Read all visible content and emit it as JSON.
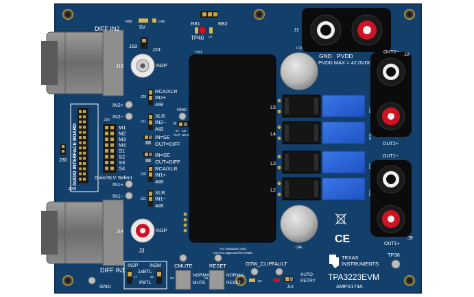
{
  "board": {
    "title": "TPA3223EVM",
    "part_number": "AMPS174A",
    "brand_line1": "TEXAS",
    "brand_line2": "INSTRUMENTS",
    "eval_note_1": "For evaluation only;",
    "eval_note_2": "not FCC approved for resale.",
    "pvdd_max": "PVDD MAX = 42.0VDC",
    "ce_mark": "CE"
  },
  "power": {
    "connector": "J1",
    "gnd_label": "GND",
    "pvdd_label": "PVDD",
    "v5_label": "5V",
    "r58": "R58",
    "c45": "C45"
  },
  "outputs": {
    "j2": "J2",
    "j9": "J9",
    "out2_minus": "OUT2−",
    "out2_plus": "OUT2+",
    "out1_minus": "OUT1−",
    "out1_plus": "OUT1+"
  },
  "inputs": {
    "diff_in2": "DIFF IN2",
    "diff_in1": "DIFF IN1",
    "in2p": "IN2P",
    "in1p": "IN1P",
    "j15": "J15",
    "j3": "J3",
    "j14": "J14",
    "in2_plus": "IN2+",
    "in2_minus": "IN2−",
    "in1_plus": "IN1+",
    "in1_minus": "IN1−",
    "gnd": "GND"
  },
  "jumpers": {
    "j18": "J18",
    "j24": "J24",
    "j20": "J20",
    "j21": "J21",
    "j8": "J8",
    "j23": "J23",
    "j10": "J10",
    "j11": "J11",
    "j30": "J30",
    "j28": "J28",
    "j13": "J13",
    "j7": "J7",
    "j6": "J6",
    "rca_xlr": "RCA/XLR",
    "in2p_line": "IN2+",
    "aib": "AIB",
    "xlr": "XLR",
    "in2m_line": "IN2−",
    "in_se": "IN=SE",
    "out_diff": "OUT=DIFF",
    "in1p_line": "IN1+",
    "in1m_line": "IN1−",
    "head": "HEAD",
    "in_label": "IN",
    "out_label": "OUT",
    "ad_label": "AD",
    "head2": "HEAD",
    "gain_slv_select": "Gain/SLV Select",
    "gain_pins": [
      "M1",
      "M2",
      "M3",
      "M4",
      "S1",
      "S2",
      "S3",
      "S4"
    ],
    "audio_interface_board": "AUDIO INTERFACE BOARD"
  },
  "mode": {
    "in2p": "IN2P",
    "in2m": "IN2M",
    "btl": "1xBTL",
    "pbtl": "PBTL"
  },
  "controls": {
    "cmute": "CMUTE",
    "normal": "NORMAL",
    "mute": "MUTE",
    "s2": "S2",
    "reset": "RESET",
    "normal2": "NORMAL",
    "reset2": "RESET",
    "s1": "S1",
    "otw_clip": "OTW_CLIP",
    "fault": "FAULT",
    "d2": "D2",
    "auto": "AUTO",
    "retry": "RETRY"
  },
  "misc": {
    "tp36": "TP36",
    "tp40": "TP40",
    "r81": "R81",
    "r82": "R82",
    "l6": "L6",
    "c31": "C31",
    "c46": "C46",
    "u1": "HS1",
    "l5": "L5",
    "l4": "L4",
    "l3": "L3",
    "l2": "L2",
    "c38": "C38",
    "c43": "C43",
    "c33": "C33",
    "c34": "C34"
  },
  "colors": {
    "pcb": "#133f6b",
    "pcb_edge": "#0e2f52",
    "silk": "#ffffff",
    "gold": "#c9a645",
    "post_red": "#d01324",
    "post_black": "#0b0b0b",
    "connector_gray": "#7d7d7d"
  }
}
